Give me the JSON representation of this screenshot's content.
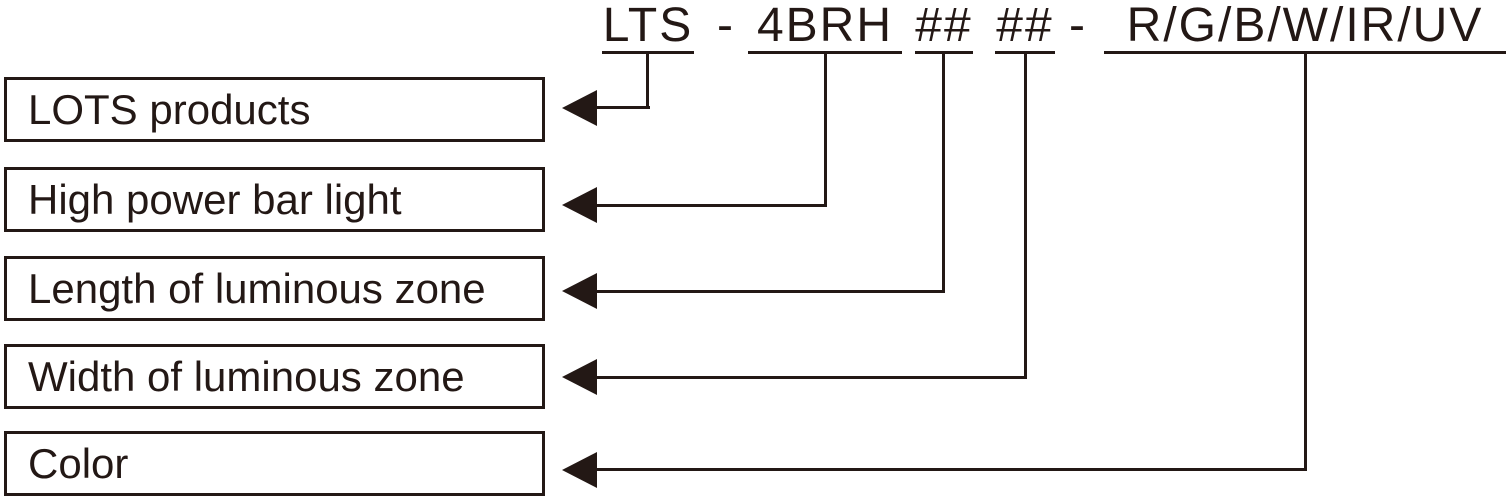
{
  "canvas": {
    "background": "#ffffff",
    "ink_color": "#231815"
  },
  "part_number": {
    "full_code": "LTS - 4BRH ## ## - R/G/B/W/IR/UV",
    "segments": [
      {
        "text": "LTS",
        "underlined": true
      },
      {
        "text": "-",
        "underlined": false
      },
      {
        "text": "4BRH",
        "underlined": true
      },
      {
        "text": "##",
        "underlined": true
      },
      {
        "text": "##",
        "underlined": true
      },
      {
        "text": "-",
        "underlined": false
      },
      {
        "text": "R/G/B/W/IR/UV",
        "underlined": true
      }
    ]
  },
  "legend": {
    "rows": [
      {
        "label": "LOTS products",
        "maps_to_segment": "LTS"
      },
      {
        "label": "High power bar light",
        "maps_to_segment": "4BRH"
      },
      {
        "label": "Length of luminous zone",
        "maps_to_segment": "## (first)"
      },
      {
        "label": "Width of luminous zone",
        "maps_to_segment": "## (second)"
      },
      {
        "label": "Color",
        "maps_to_segment": "R/G/B/W/IR/UV"
      }
    ]
  }
}
